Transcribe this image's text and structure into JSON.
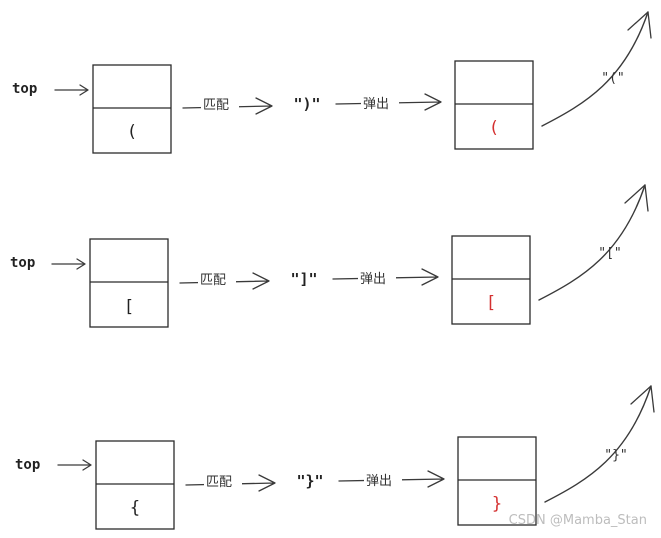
{
  "rows": [
    {
      "top_label": "top",
      "stack_char": "(",
      "match_label": "匹配",
      "closing_quote": "\")\"",
      "pop_label": "弹出",
      "popped_char": "(",
      "result_quote": "\"(\""
    },
    {
      "top_label": "top",
      "stack_char": "[",
      "match_label": "匹配",
      "closing_quote": "\"]\"",
      "pop_label": "弹出",
      "popped_char": "[",
      "result_quote": "\"[\""
    },
    {
      "top_label": "top",
      "stack_char": "{",
      "match_label": "匹配",
      "closing_quote": "\"}\"",
      "pop_label": "弹出",
      "popped_char": "}",
      "result_quote": "\"}\""
    }
  ],
  "watermark": "CSDN @Mamba_Stan",
  "colors": {
    "popped_char": "#d43030",
    "stroke": "#2b2b2b"
  }
}
